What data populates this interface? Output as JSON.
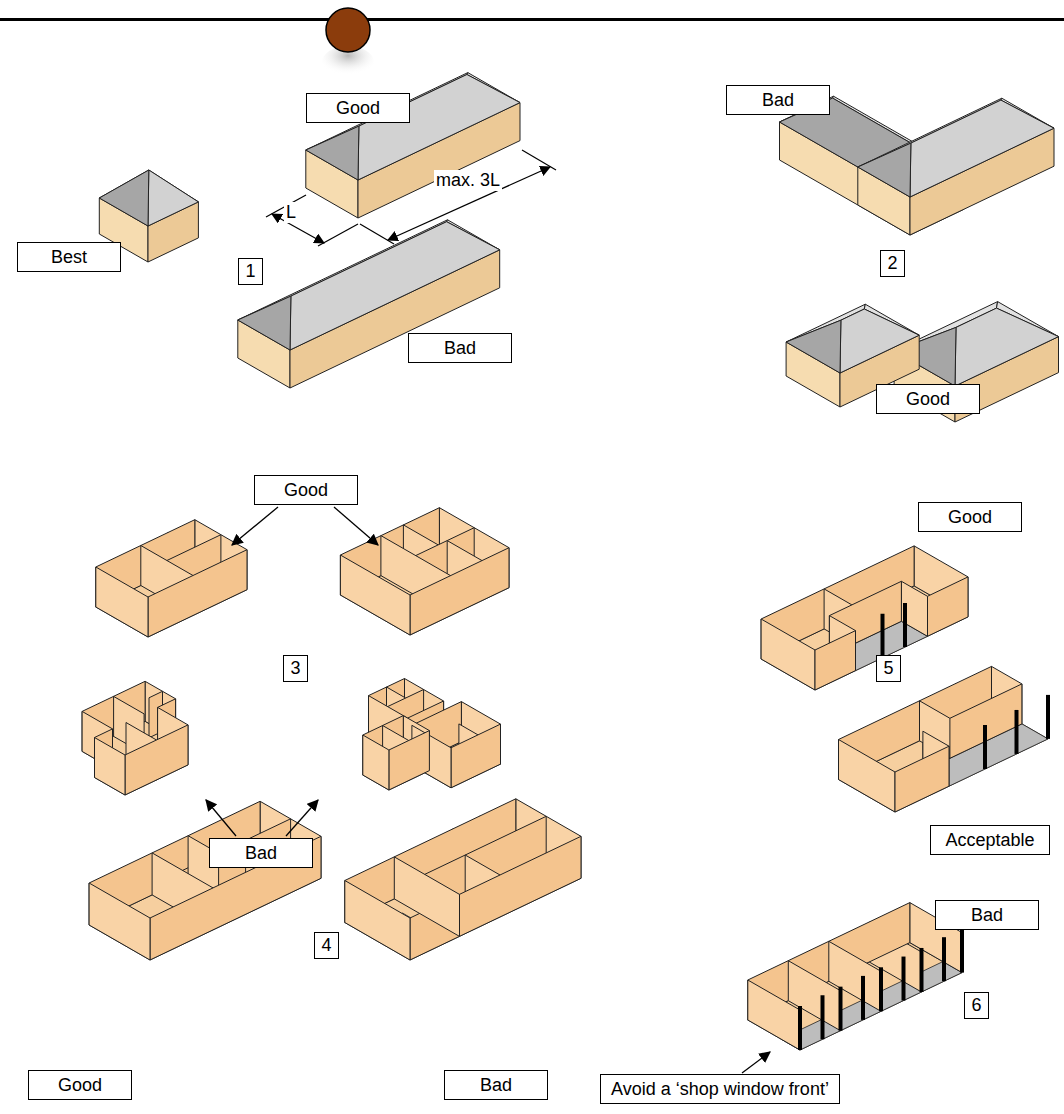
{
  "diagram": {
    "nodes": [
      {
        "text": [
          "Good"
        ]
      },
      {
        "text": [
          "Bad"
        ]
      },
      {
        "text": [
          "Best"
        ]
      },
      {
        "text": [
          "1"
        ]
      },
      {
        "text": [
          "2"
        ]
      },
      {
        "text": [
          "Bad"
        ]
      },
      {
        "text": [
          "Good"
        ]
      },
      {
        "text": [
          "Good"
        ]
      },
      {
        "text": [
          "Good"
        ]
      },
      {
        "text": [
          "3"
        ]
      },
      {
        "text": [
          "5"
        ]
      },
      {
        "text": [
          "Bad"
        ]
      },
      {
        "text": [
          "Acceptable"
        ]
      },
      {
        "text": [
          "4"
        ]
      },
      {
        "text": [
          "Bad"
        ]
      },
      {
        "text": [
          "6"
        ]
      },
      {
        "text": [
          "Good"
        ]
      },
      {
        "text": [
          "Bad"
        ]
      },
      {
        "text": [
          "Avoid a ‘shop window front’"
        ]
      }
    ],
    "labels": [
      "L",
      "max. 3L"
    ]
  }
}
